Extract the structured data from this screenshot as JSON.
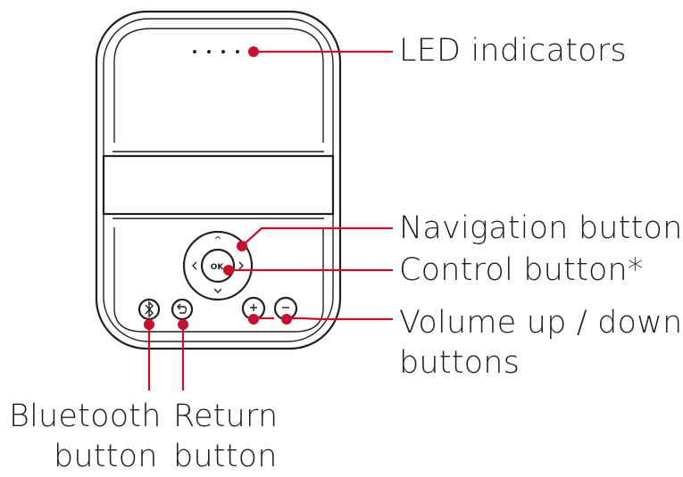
{
  "colors": {
    "accent": "#c8102e",
    "outline": "#231f20",
    "background": "#ffffff"
  },
  "device": {
    "ok_label": "OK",
    "icons": [
      "led-dots",
      "bluetooth-icon",
      "return-icon",
      "plus-icon",
      "minus-icon",
      "chevron-up-icon",
      "chevron-down-icon",
      "chevron-left-icon",
      "chevron-right-icon"
    ]
  },
  "labels": {
    "led_indicators": "LED indicators",
    "navigation_buttons": "Navigation buttons",
    "control_button": "Control button*",
    "volume_line1": "Volume up / down",
    "volume_line2": "buttons",
    "bluetooth_line1": "Bluetooth",
    "bluetooth_line2": "button",
    "return_line1": "Return",
    "return_line2": "button"
  }
}
